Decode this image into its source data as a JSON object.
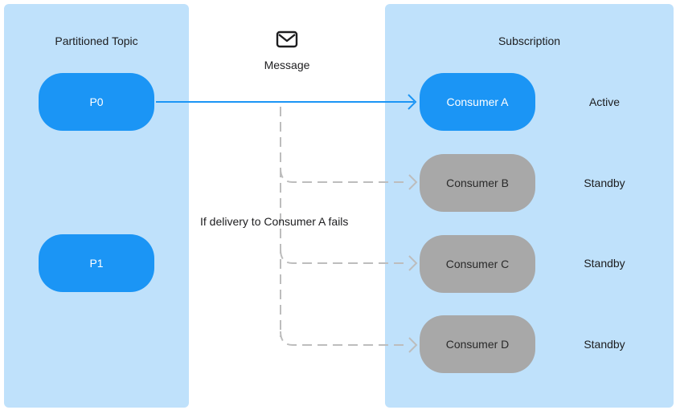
{
  "topic": {
    "title": "Partitioned Topic",
    "partitions": [
      "P0",
      "P1"
    ]
  },
  "subscription": {
    "title": "Subscription",
    "consumers": [
      {
        "name": "Consumer A",
        "status": "Active"
      },
      {
        "name": "Consumer B",
        "status": "Standby"
      },
      {
        "name": "Consumer C",
        "status": "Standby"
      },
      {
        "name": "Consumer D",
        "status": "Standby"
      }
    ]
  },
  "message": {
    "label": "Message",
    "icon": "envelope-icon"
  },
  "failover_label": "If delivery to Consumer A fails",
  "colors": {
    "panel": "#bfe1fb",
    "active": "#1b95f5",
    "standby": "#a8a8a8",
    "dashed": "#bdbdbd"
  }
}
